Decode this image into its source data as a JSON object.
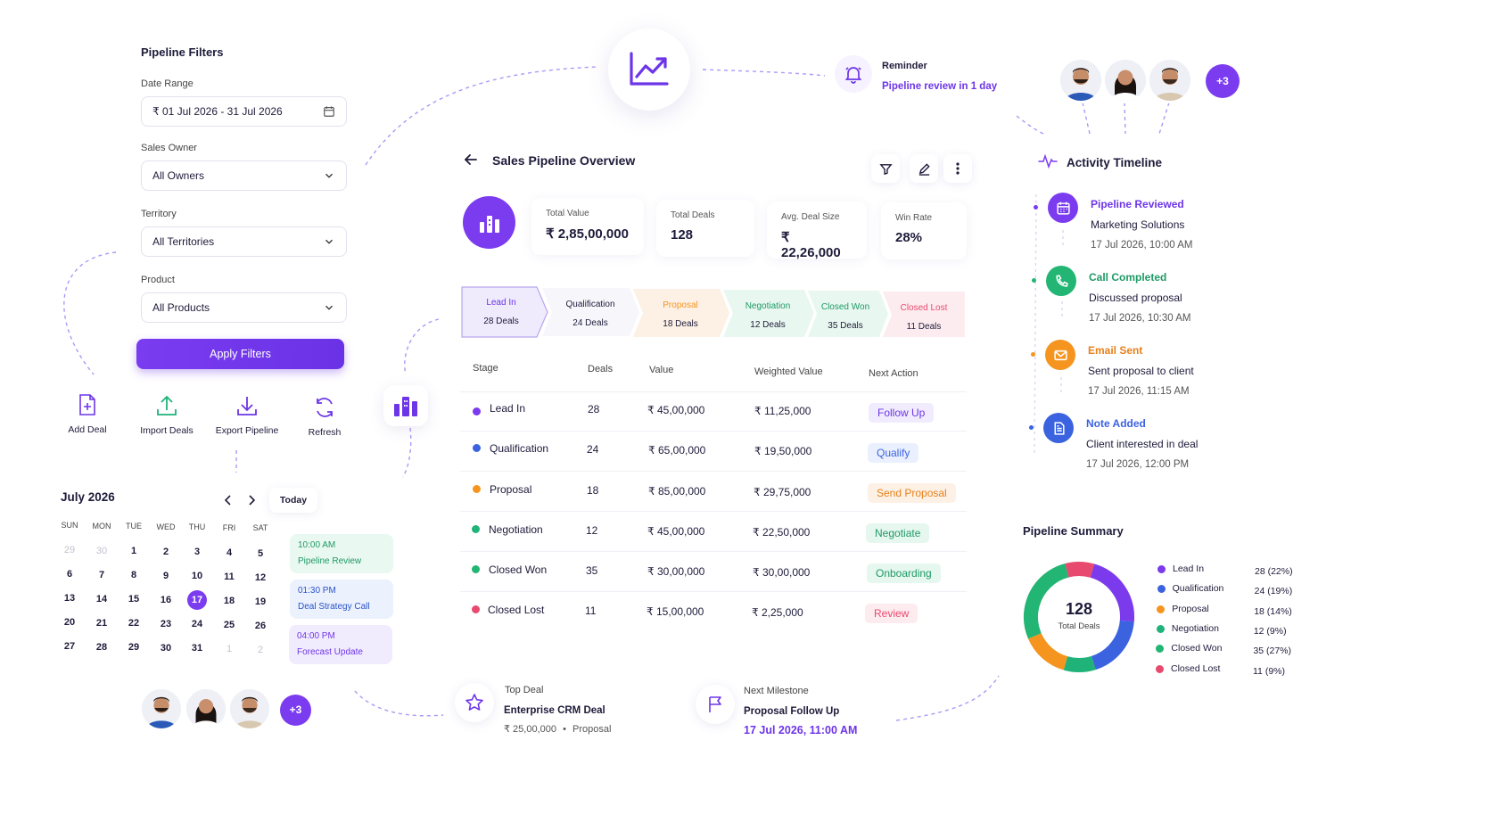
{
  "filters": {
    "title": "Pipeline Filters",
    "date_label": "Date Range",
    "date_value": "₹ 01 Jul 2026 - 31 Jul 2026",
    "owner_label": "Sales Owner",
    "owner_value": "All Owners",
    "territory_label": "Territory",
    "territory_value": "All Territories",
    "product_label": "Product",
    "product_value": "All Products",
    "apply": "Apply Filters"
  },
  "actions": {
    "add": "Add Deal",
    "import": "Import Deals",
    "export": "Export Pipeline",
    "refresh": "Refresh"
  },
  "reminder": {
    "title": "Reminder",
    "text": "Pipeline review in 1 day"
  },
  "team_top": {
    "more": "+3"
  },
  "team_bottom": {
    "more": "+3"
  },
  "overview": {
    "title": "Sales Pipeline Overview",
    "kpis": [
      {
        "label": "Total Value",
        "value": "₹ 2,85,00,000"
      },
      {
        "label": "Total Deals",
        "value": "128"
      },
      {
        "label": "Avg. Deal Size",
        "value": "₹ 22,26,000"
      },
      {
        "label": "Win Rate",
        "value": "28%"
      }
    ],
    "stages": [
      {
        "name": "Lead In",
        "deals": "28 Deals"
      },
      {
        "name": "Qualification",
        "deals": "24 Deals"
      },
      {
        "name": "Proposal",
        "deals": "18 Deals"
      },
      {
        "name": "Negotiation",
        "deals": "12 Deals"
      },
      {
        "name": "Closed Won",
        "deals": "35 Deals"
      },
      {
        "name": "Closed Lost",
        "deals": "11 Deals"
      }
    ],
    "columns": [
      "Stage",
      "Deals",
      "Value",
      "Weighted Value",
      "Next Action"
    ],
    "rows": [
      {
        "stage": "Lead In",
        "deals": "28",
        "value": "₹ 45,00,000",
        "weighted": "₹ 11,25,000",
        "action": "Follow Up"
      },
      {
        "stage": "Qualification",
        "deals": "24",
        "value": "₹ 65,00,000",
        "weighted": "₹ 19,50,000",
        "action": "Qualify"
      },
      {
        "stage": "Proposal",
        "deals": "18",
        "value": "₹ 85,00,000",
        "weighted": "₹ 29,75,000",
        "action": "Send Proposal"
      },
      {
        "stage": "Negotiation",
        "deals": "12",
        "value": "₹ 45,00,000",
        "weighted": "₹ 22,50,000",
        "action": "Negotiate"
      },
      {
        "stage": "Closed Won",
        "deals": "35",
        "value": "₹ 30,00,000",
        "weighted": "₹ 30,00,000",
        "action": "Onboarding"
      },
      {
        "stage": "Closed Lost",
        "deals": "11",
        "value": "₹ 15,00,000",
        "weighted": "₹ 2,25,000",
        "action": "Review"
      }
    ]
  },
  "timeline": {
    "title": "Activity Timeline",
    "items": [
      {
        "title": "Pipeline Reviewed",
        "desc": "Marketing Solutions",
        "time": "17 Jul 2026, 10:00 AM"
      },
      {
        "title": "Call Completed",
        "desc": "Discussed proposal",
        "time": "17 Jul 2026, 10:30 AM"
      },
      {
        "title": "Email Sent",
        "desc": "Sent proposal to client",
        "time": "17 Jul 2026, 11:15 AM"
      },
      {
        "title": "Note Added",
        "desc": "Client interested in deal",
        "time": "17 Jul 2026, 12:00 PM"
      }
    ]
  },
  "calendar": {
    "month": "July 2026",
    "today": "Today",
    "weekdays": [
      "SUN",
      "MON",
      "TUE",
      "WED",
      "THU",
      "FRI",
      "SAT"
    ],
    "weeks": [
      [
        "29",
        "30",
        "1",
        "2",
        "3",
        "4",
        "5"
      ],
      [
        "6",
        "7",
        "8",
        "9",
        "10",
        "11",
        "12"
      ],
      [
        "13",
        "14",
        "15",
        "16",
        "17",
        "18",
        "19"
      ],
      [
        "20",
        "21",
        "22",
        "23",
        "24",
        "25",
        "26"
      ],
      [
        "27",
        "28",
        "29",
        "30",
        "31",
        "1",
        "2"
      ]
    ],
    "selected": "17",
    "events": [
      {
        "time": "10:00 AM",
        "title": "Pipeline Review"
      },
      {
        "time": "01:30 PM",
        "title": "Deal Strategy Call"
      },
      {
        "time": "04:00 PM",
        "title": "Forecast Update"
      }
    ]
  },
  "top_deal": {
    "label": "Top Deal",
    "name": "Enterprise CRM Deal",
    "amount": "₹ 25,00,000",
    "sep": "•",
    "stage": "Proposal"
  },
  "milestone": {
    "label": "Next Milestone",
    "name": "Proposal Follow Up",
    "date": "17 Jul 2026, 11:00 AM"
  },
  "summary": {
    "title": "Pipeline Summary",
    "total": "128",
    "total_label": "Total Deals"
  },
  "chart_data": {
    "type": "pie",
    "title": "Pipeline Summary",
    "categories": [
      "Lead In",
      "Qualification",
      "Proposal",
      "Negotiation",
      "Closed Won",
      "Closed Lost"
    ],
    "values": [
      28,
      24,
      18,
      12,
      35,
      11
    ],
    "labels": [
      "28 (22%)",
      "24 (19%)",
      "18 (14%)",
      "12 (9%)",
      "35 (27%)",
      "11 (9%)"
    ],
    "colors": [
      "#7c3aed",
      "#3b63e0",
      "#f5951f",
      "#1fb37a",
      "#22b573",
      "#e84a6f"
    ],
    "legend": "right"
  },
  "colors": {
    "accent": "#6d35e8",
    "lead": "#7c3aed",
    "qual": "#3b63e0",
    "prop": "#f5951f",
    "neg": "#1fb37a",
    "won": "#22b573",
    "lost": "#e84a6f"
  }
}
